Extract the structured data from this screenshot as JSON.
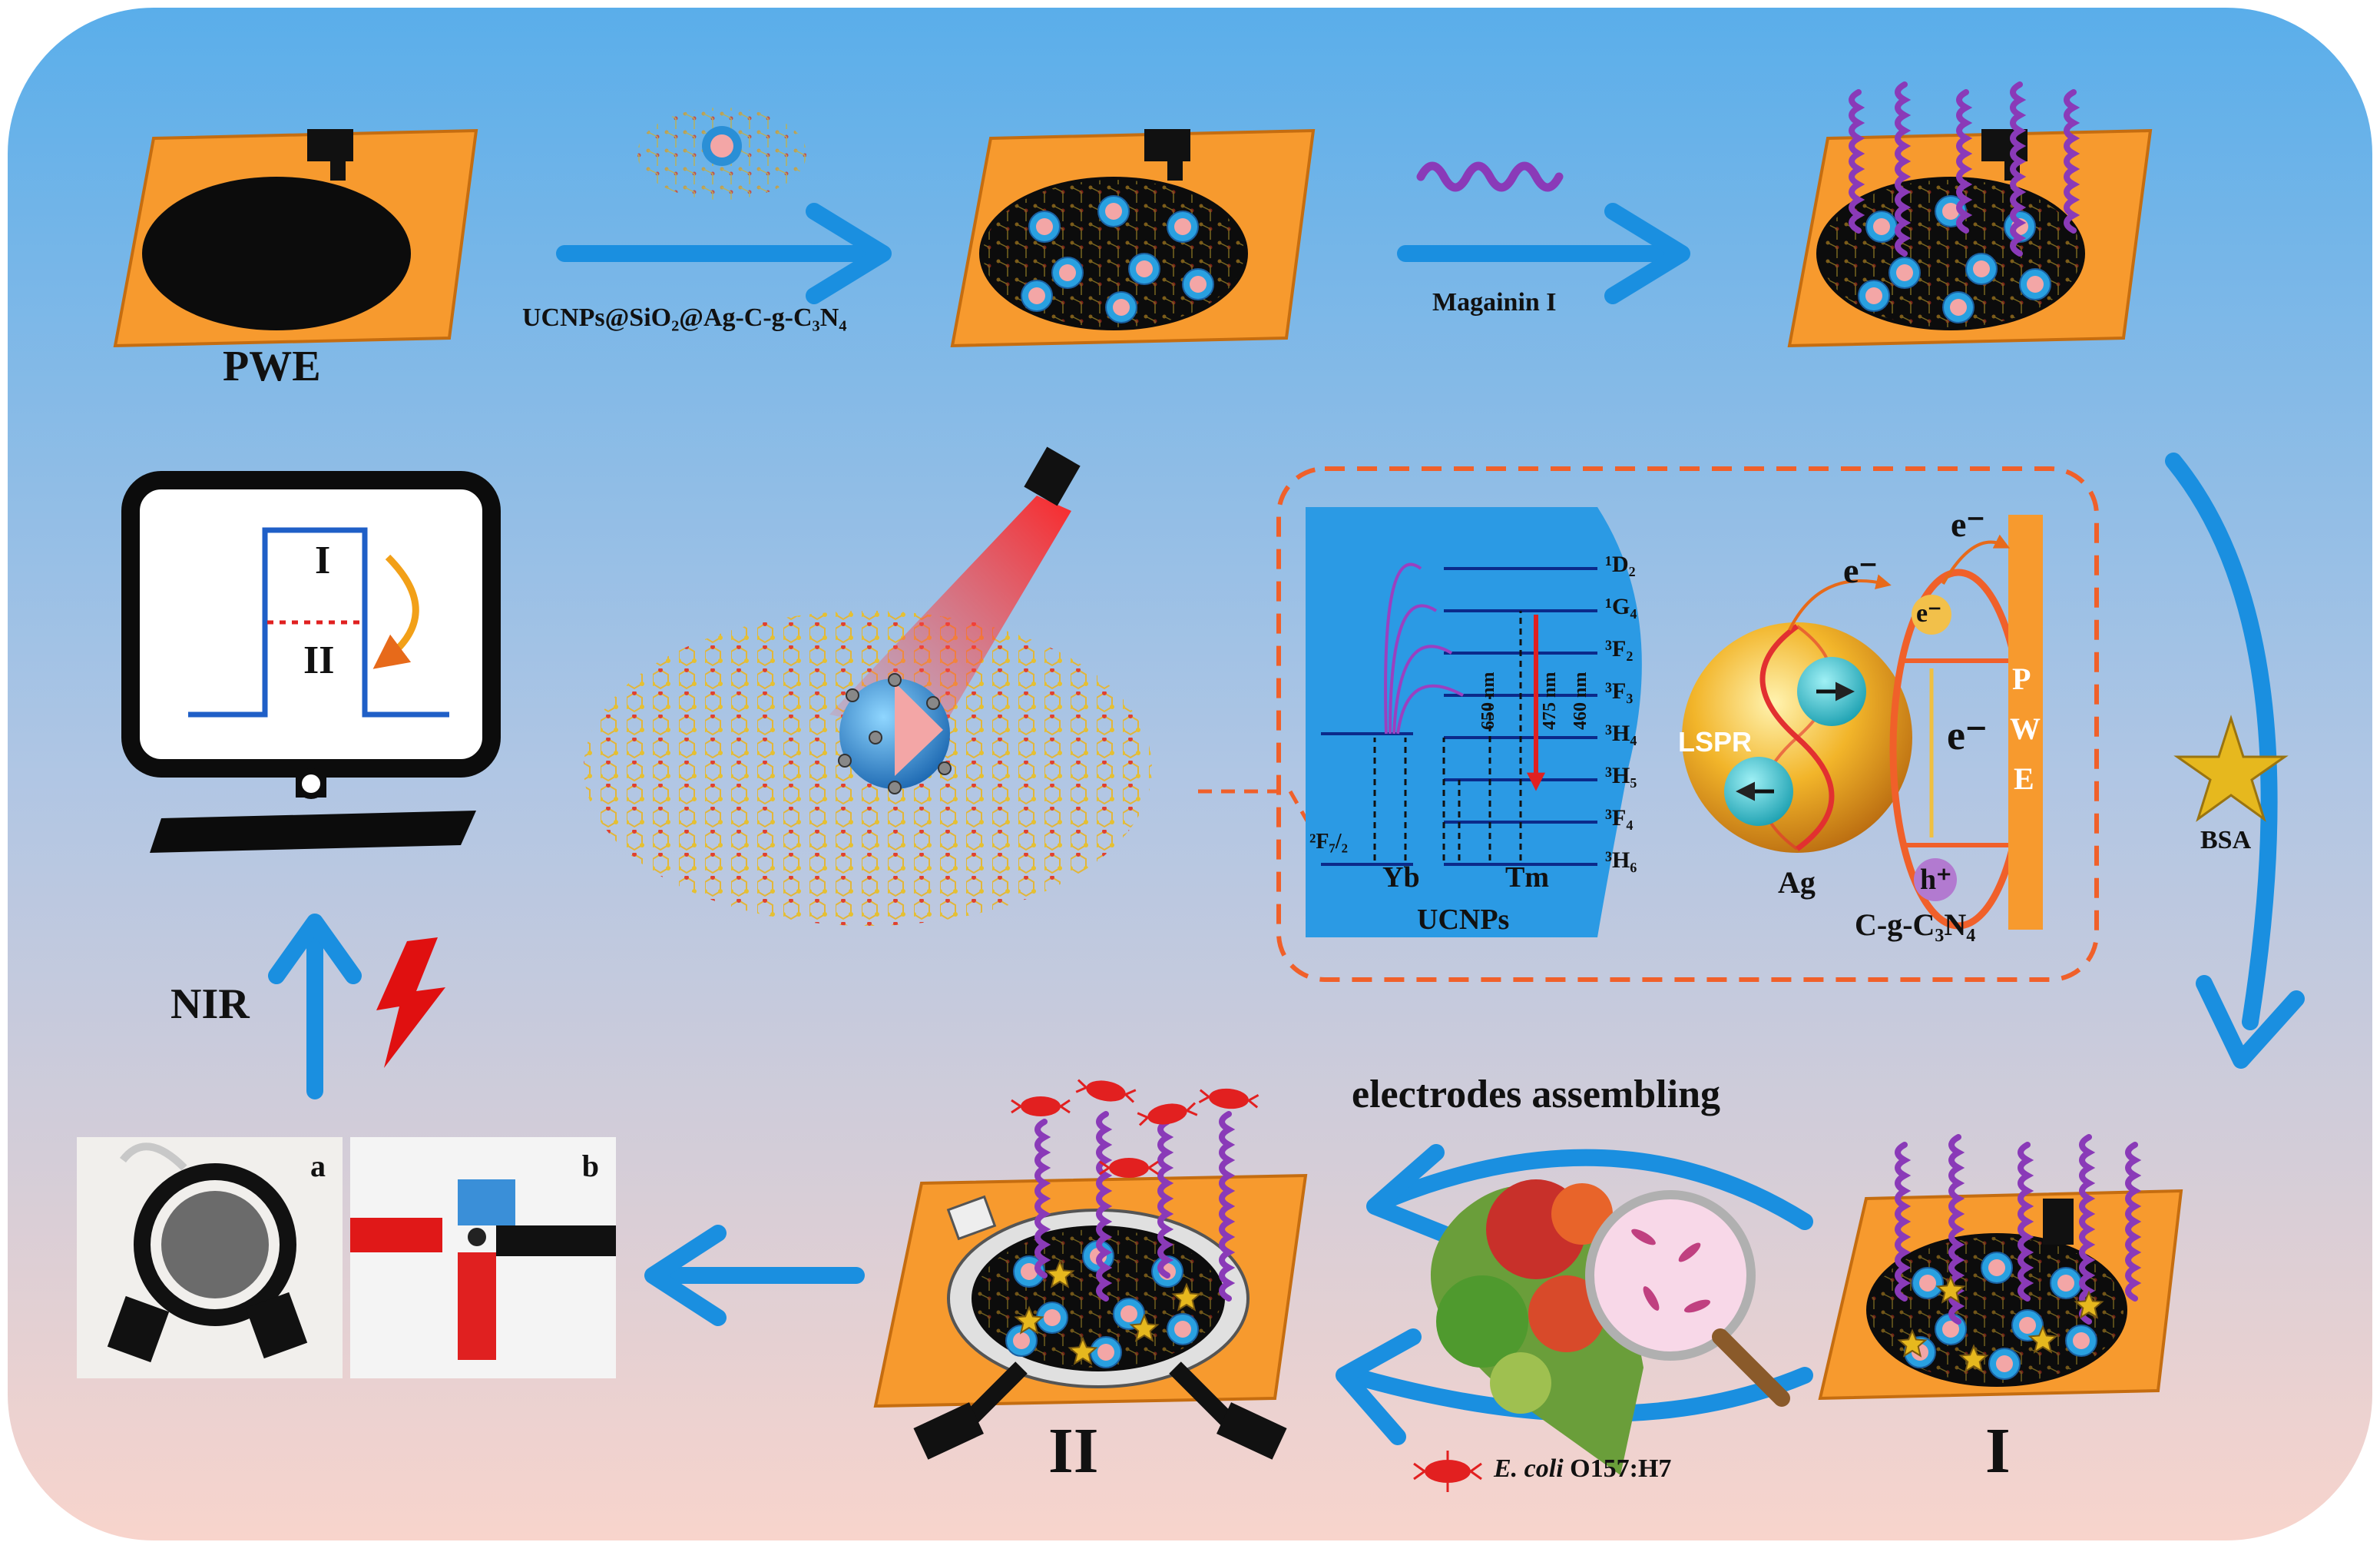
{
  "top_row": {
    "pwe_label": "PWE",
    "step1_reagent": "UCNPs@SiO₂@Ag-C-g-C₃N₄",
    "step2_reagent": "Magainin I"
  },
  "side": {
    "bsa_label": "BSA"
  },
  "bottom_row": {
    "assembly_label": "electrodes assembling",
    "electrode_I_label": "I",
    "electrode_II_label": "II",
    "ecoli_italic": "E. coli",
    "ecoli_strain": "O157:H7"
  },
  "monitor": {
    "upper_label": "I",
    "lower_label": "II"
  },
  "nir_label": "NIR",
  "photos": {
    "left_tag": "a",
    "right_tag": "b"
  },
  "energy_diagram": {
    "levels": [
      "¹D₂",
      "¹G₄",
      "³F₂",
      "³F₃",
      "³H₄",
      "³H₅",
      "³F₄",
      "³H₆"
    ],
    "yb_level": "²F₇/₂",
    "wavelengths": [
      "650 nm",
      "475 nm",
      "460 nm"
    ],
    "yb_label": "Yb",
    "tm_label": "Tm",
    "ucnps_label": "UCNPs",
    "lspr_label": "LSPR",
    "ag_label": "Ag",
    "cgcn_label": "C-g-C₃N₄",
    "pwe_letters": [
      "P",
      "W",
      "E"
    ],
    "electron": "e⁻",
    "hole": "h⁺"
  },
  "colors": {
    "bg_top": "#5aaeea",
    "bg_bottom": "#f8d4cc",
    "electrode_orange": "#f79a2e",
    "arrow_blue": "#1a8fe0",
    "panel_blue": "#2b9ae4",
    "dashed_orange": "#f0602a"
  }
}
